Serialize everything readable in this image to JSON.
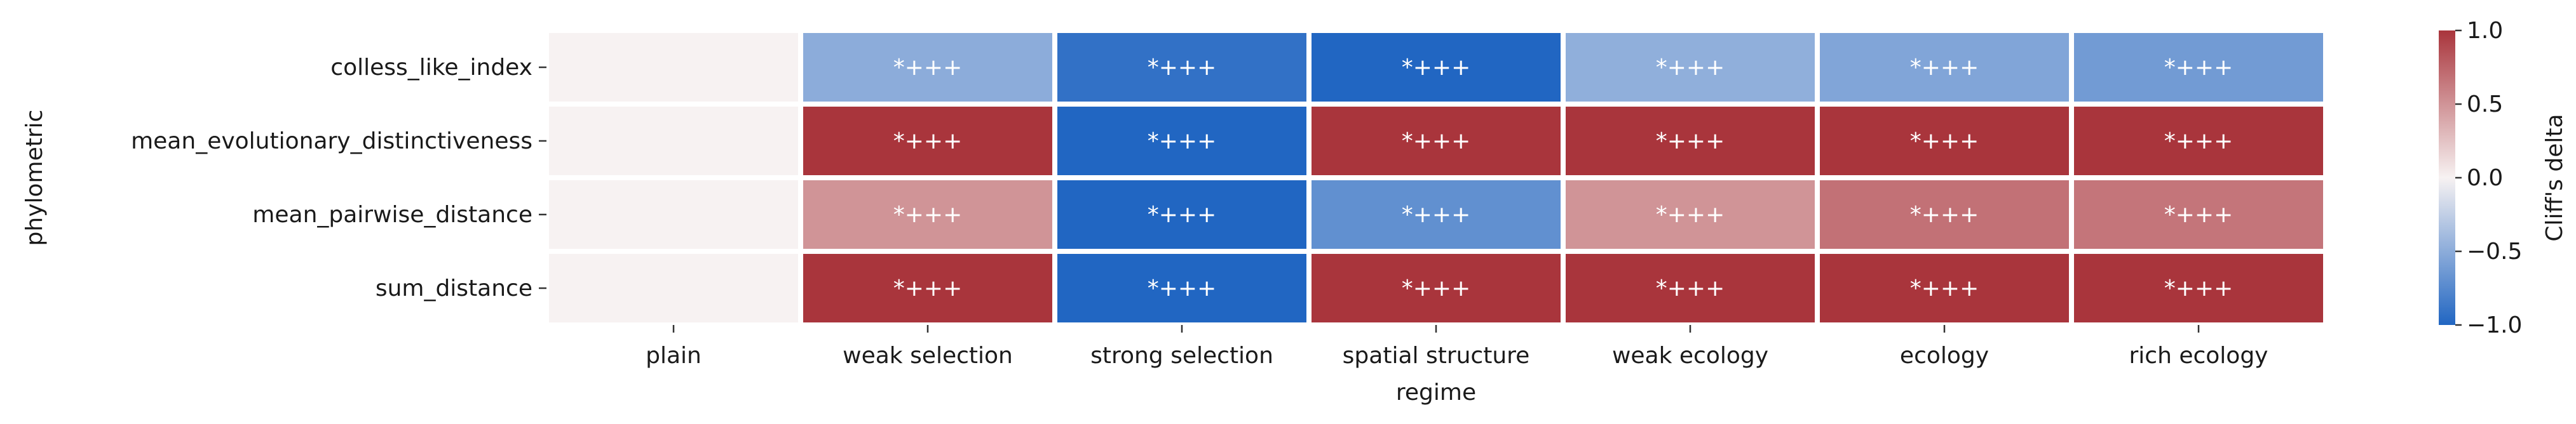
{
  "chart_data": {
    "type": "heatmap",
    "xlabel": "regime",
    "ylabel": "phylometric",
    "categories": [
      "plain",
      "weak selection",
      "strong selection",
      "spatial structure",
      "weak ecology",
      "ecology",
      "rich ecology"
    ],
    "rows": [
      "colless_like_index",
      "mean_evolutionary_distinctiveness",
      "mean_pairwise_distance",
      "sum_distance"
    ],
    "values": [
      [
        0.0,
        -0.5,
        -0.92,
        -1.0,
        -0.48,
        -0.55,
        -0.62
      ],
      [
        0.0,
        1.0,
        -1.0,
        1.0,
        1.0,
        1.0,
        1.0
      ],
      [
        0.0,
        0.5,
        -1.0,
        -0.7,
        0.5,
        0.68,
        0.66
      ],
      [
        0.0,
        1.0,
        -1.0,
        1.0,
        1.0,
        1.0,
        1.0
      ]
    ],
    "annotations": [
      [
        "",
        "*+++",
        "*+++",
        "*+++",
        "*+++",
        "*+++",
        "*+++"
      ],
      [
        "",
        "*+++",
        "*+++",
        "*+++",
        "*+++",
        "*+++",
        "*+++"
      ],
      [
        "",
        "*+++",
        "*+++",
        "*+++",
        "*+++",
        "*+++",
        "*+++"
      ],
      [
        "",
        "*+++",
        "*+++",
        "*+++",
        "*+++",
        "*+++",
        "*+++"
      ]
    ],
    "colorbar": {
      "label": "Cliff's delta",
      "range": [
        -1.0,
        1.0
      ],
      "ticks": [
        -1.0,
        -0.5,
        0.0,
        0.5,
        1.0
      ],
      "tick_labels": [
        "−1.0",
        "−0.5",
        "0.0",
        "0.5",
        "1.0"
      ]
    },
    "colormap": {
      "low": "#2166c2",
      "mid": "#f7f2f2",
      "high": "#a9353c"
    }
  }
}
